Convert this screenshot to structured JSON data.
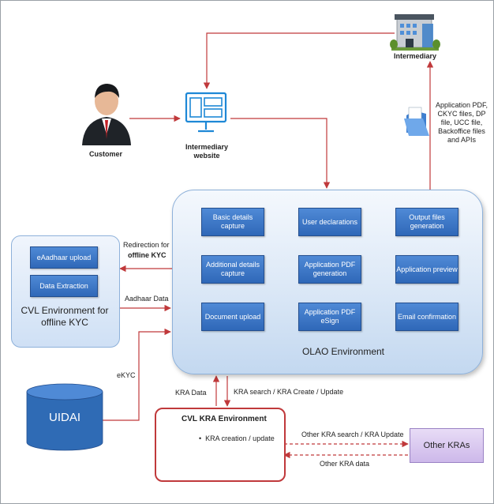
{
  "nodes": {
    "customer": "Customer",
    "intermediary": "Intermediary",
    "intermediary_website": "Intermediary website",
    "output_files_label": "Application PDF, CKYC files, DP file, UCC file, Backoffice files and APIs"
  },
  "olao": {
    "title": "OLAO Environment",
    "buttons": [
      "Basic details capture",
      "User declarations",
      "Output files generation",
      "Additional details capture",
      "Application PDF generation",
      "Application preview",
      "Document upload",
      "Application PDF eSign",
      "Email confirmation"
    ]
  },
  "cvl_offline": {
    "title": "CVL Environment for offline KYC",
    "buttons": [
      "eAadhaar upload",
      "Data Extraction"
    ]
  },
  "edges": {
    "redirection_line1": "Redirection for",
    "redirection_line2": "offline KYC",
    "aadhaar_data": "Aadhaar Data",
    "ekyc": "eKYC",
    "kra_data": "KRA Data",
    "kra_search": "KRA search / KRA  Create / Update",
    "other_kra_search": "Other KRA search / KRA Update",
    "other_kra_data": "Other KRA data"
  },
  "uidai": "UIDAI",
  "cvl_kra": {
    "title": "CVL KRA Environment",
    "bullet": "KRA creation / update"
  },
  "other_kras": "Other KRAs",
  "colors": {
    "arrow": "#c0393b",
    "button": "#3a75c4",
    "cylinder": "#2f6bb5"
  }
}
